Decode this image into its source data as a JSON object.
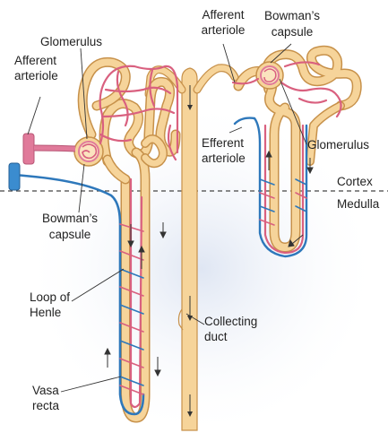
{
  "labels": {
    "glomerulus_left": "Glomerulus",
    "afferent_left_1": "Afferent",
    "afferent_left_2": "arteriole",
    "afferent_top_1": "Afferent",
    "afferent_top_2": "arteriole",
    "bowman_top_1": "Bowman’s",
    "bowman_top_2": "capsule",
    "efferent_1": "Efferent",
    "efferent_2": "arteriole",
    "glomerulus_right": "Glomerulus",
    "cortex": "Cortex",
    "medulla": "Medulla",
    "bowman_left_1": "Bowman’s",
    "bowman_left_2": "capsule",
    "loop_1": "Loop of",
    "loop_2": "Henle",
    "collecting_1": "Collecting",
    "collecting_2": "duct",
    "vasa_1": "Vasa",
    "vasa_2": "recta"
  },
  "colors": {
    "tubule": "#f6d49a",
    "tubule_edge": "#c7914a",
    "arteriole": "#e07a9a",
    "vein": "#3b8ccf",
    "background_glow": "#dfe6f3"
  }
}
